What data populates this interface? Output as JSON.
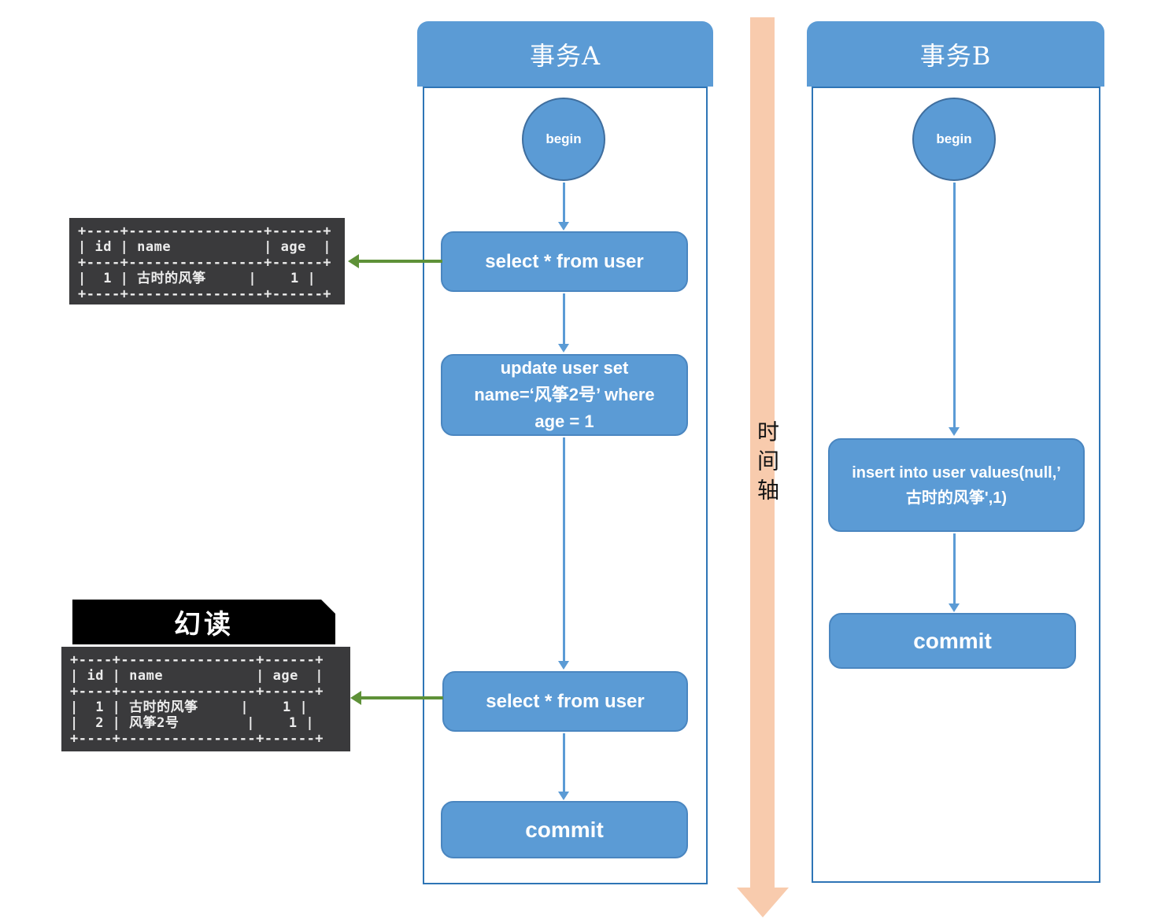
{
  "timeline": {
    "label": "时间轴"
  },
  "transaction_a": {
    "title": "事务A",
    "begin_label": "begin",
    "select_1": "select * from user",
    "update": "update user set\nname=‘风筝2号’ where\nage = 1",
    "select_2": "select * from user",
    "commit": "commit"
  },
  "transaction_b": {
    "title": "事务B",
    "begin_label": "begin",
    "insert": "insert into user values(null,’\n古时的风筝',1)",
    "commit": "commit"
  },
  "result_table_1": {
    "columns": [
      "id",
      "name",
      "age"
    ],
    "rows": [
      [
        "1",
        "古时的风筝",
        "1"
      ]
    ],
    "ascii": [
      "+----+----------------+------+",
      "| id | name           | age  |",
      "+----+----------------+------+",
      "|  1 | 古时的风筝     |    1 |",
      "+----+----------------+------+"
    ]
  },
  "phantom_label": "幻读",
  "result_table_2": {
    "columns": [
      "id",
      "name",
      "age"
    ],
    "rows": [
      [
        "1",
        "古时的风筝",
        "1"
      ],
      [
        "2",
        "风筝2号",
        "1"
      ]
    ],
    "ascii": [
      "+----+----------------+------+",
      "| id | name           | age  |",
      "+----+----------------+------+",
      "|  1 | 古时的风筝     |    1 |",
      "|  2 | 风筝2号        |    1 |",
      "+----+----------------+------+"
    ]
  },
  "colors": {
    "node_fill": "#5B9BD5",
    "node_border": "#3F6E9E",
    "lane_border": "#2E75B6",
    "arrow_blue": "#5B9BD5",
    "arrow_green": "#5E9138",
    "timeline_fill": "#F8CBAD",
    "terminal_bg": "#3A3A3C",
    "terminal_text": "#ECECEC",
    "phantom_bg": "#000000"
  }
}
